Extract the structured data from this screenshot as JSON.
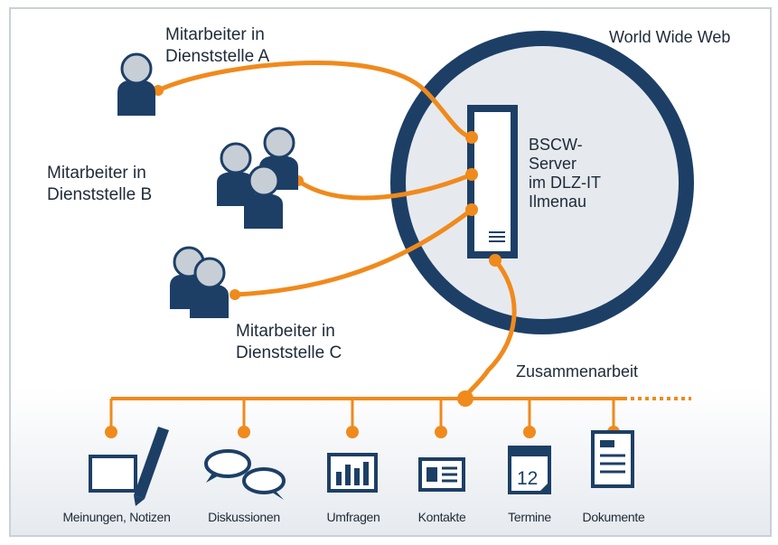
{
  "diagram": {
    "top_right_label": "World Wide Web",
    "server_label": [
      "BSCW-",
      "Server",
      "im DLZ-IT",
      "Ilmenau"
    ],
    "group_a": [
      "Mitarbeiter in",
      "Dienststelle A"
    ],
    "group_b": [
      "Mitarbeiter in",
      "Dienststelle B"
    ],
    "group_c": [
      "Mitarbeiter in",
      "Dienststelle C"
    ],
    "collaboration_label": "Zusammenarbeit",
    "categories": [
      {
        "label": "Meinungen, Notizen",
        "icon": "pen-board-icon"
      },
      {
        "label": "Diskussionen",
        "icon": "speech-bubbles-icon"
      },
      {
        "label": "Umfragen",
        "icon": "bar-chart-icon"
      },
      {
        "label": "Kontakte",
        "icon": "contact-card-icon"
      },
      {
        "label": "Termine",
        "icon": "calendar-icon"
      },
      {
        "label": "Dokumente",
        "icon": "document-icon"
      }
    ],
    "calendar_day": "12"
  },
  "colors": {
    "navy": "#1d3f66",
    "orange": "#f08a1c",
    "circle_fill": "#e5e9ee",
    "person_head": "#c7ced6",
    "bottom_band": "#e8ecf0"
  }
}
